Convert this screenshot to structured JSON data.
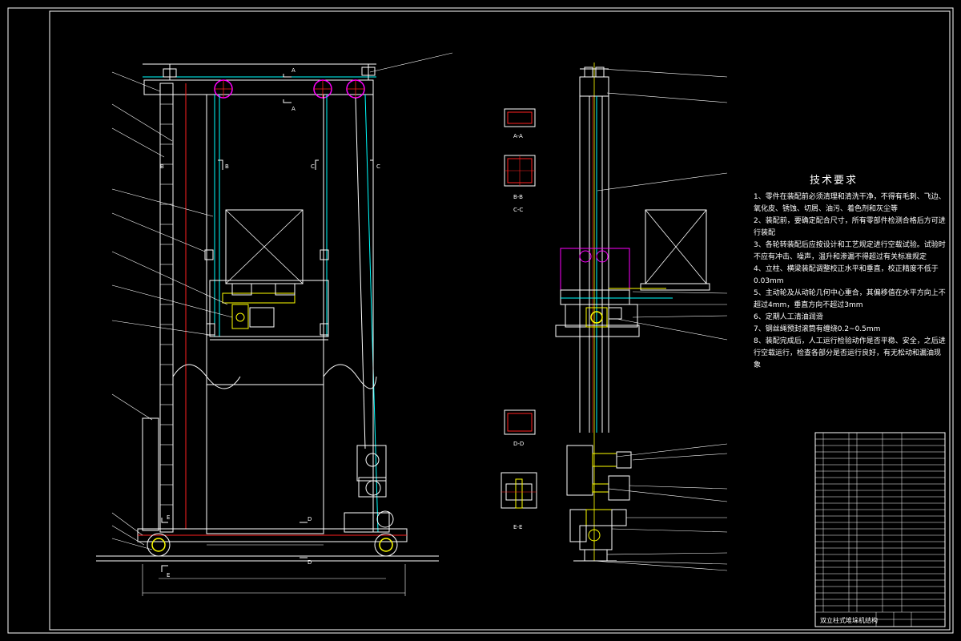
{
  "section_labels": {
    "aa_top": "A",
    "aa_bottom": "A",
    "b_left": "B",
    "b_right": "B",
    "c_left": "C",
    "c_right": "C",
    "d_top": "D",
    "d_bottom": "D",
    "e_top": "E",
    "e_bottom": "E"
  },
  "view_captions": {
    "section_aa": "A-A",
    "section_bb": "B-B",
    "section_cc": "C-C",
    "section_dd": "D-D",
    "section_ee": "E-E"
  },
  "technical_requirements": {
    "title": "技术要求",
    "items": [
      "1、零件在装配前必须清理和清洗干净，不得有毛刺、飞边、氧化皮、锈蚀、切屑、油污、着色剂和灰尘等",
      "2、装配前，要确定配合尺寸，所有零部件检测合格后方可进行装配",
      "3、各轮转装配后应按设计和工艺规定进行空载试验。试验时不应有冲击、噪声，温升和渗漏不得超过有关标准规定",
      "4、立柱、横梁装配调整校正水平和垂直，校正精度不低于0.03mm",
      "5、主动轮及从动轮几何中心重合，其偏移值在水平方向上不超过4mm，垂直方向不超过3mm",
      "6、定期人工清油润滑",
      "7、钢丝绳预封滚筒有缠绕0.2~0.5mm",
      "8、装配完成后，人工运行检验动作是否平稳、安全，之后进行空载运行，检查各部分是否运行良好，有无松动和漏油现象"
    ]
  },
  "title_block": {
    "drawing_title": "双立柱式堆垛机结构"
  },
  "colors": {
    "background": "#000000",
    "outline": "#ffffff",
    "structure": "#00ffff",
    "centerline": "#ff2020",
    "drive": "#ffff00",
    "wheel": "#ff00ff",
    "aux": "#00ff00"
  }
}
